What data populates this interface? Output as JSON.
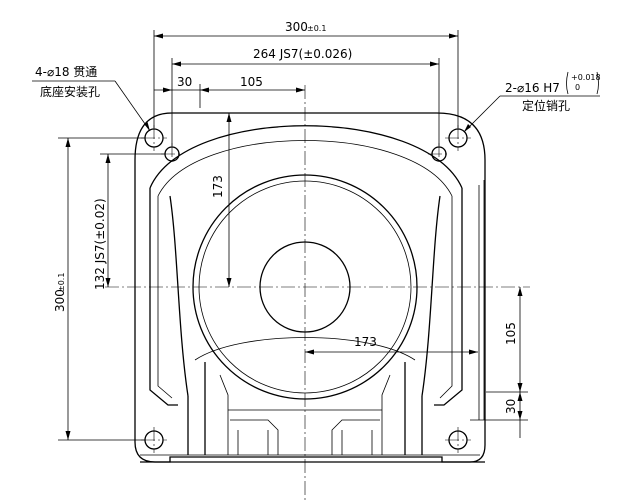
{
  "dimensions": {
    "overall_width": {
      "value": "300",
      "tol": "±0.1"
    },
    "overall_height": {
      "value": "300",
      "tol": "±0.1"
    },
    "hole_spacing_x": "264 JS7(±0.026)",
    "hole_spacing_y": "132 JS7(±0.02)",
    "offset_30_top": "30",
    "offset_105_top": "105",
    "vertical_173": "173",
    "horizontal_173": "173",
    "right_105": "105",
    "right_30": "30"
  },
  "notes": {
    "mounting_holes_line1": "4-⌀18  贯通",
    "mounting_holes_line2": "底座安装孔",
    "locating_pin_main": "2-⌀16 H7",
    "locating_pin_tol_upper": "+0.018",
    "locating_pin_tol_lower": "0",
    "locating_pin_label": "定位销孔"
  }
}
